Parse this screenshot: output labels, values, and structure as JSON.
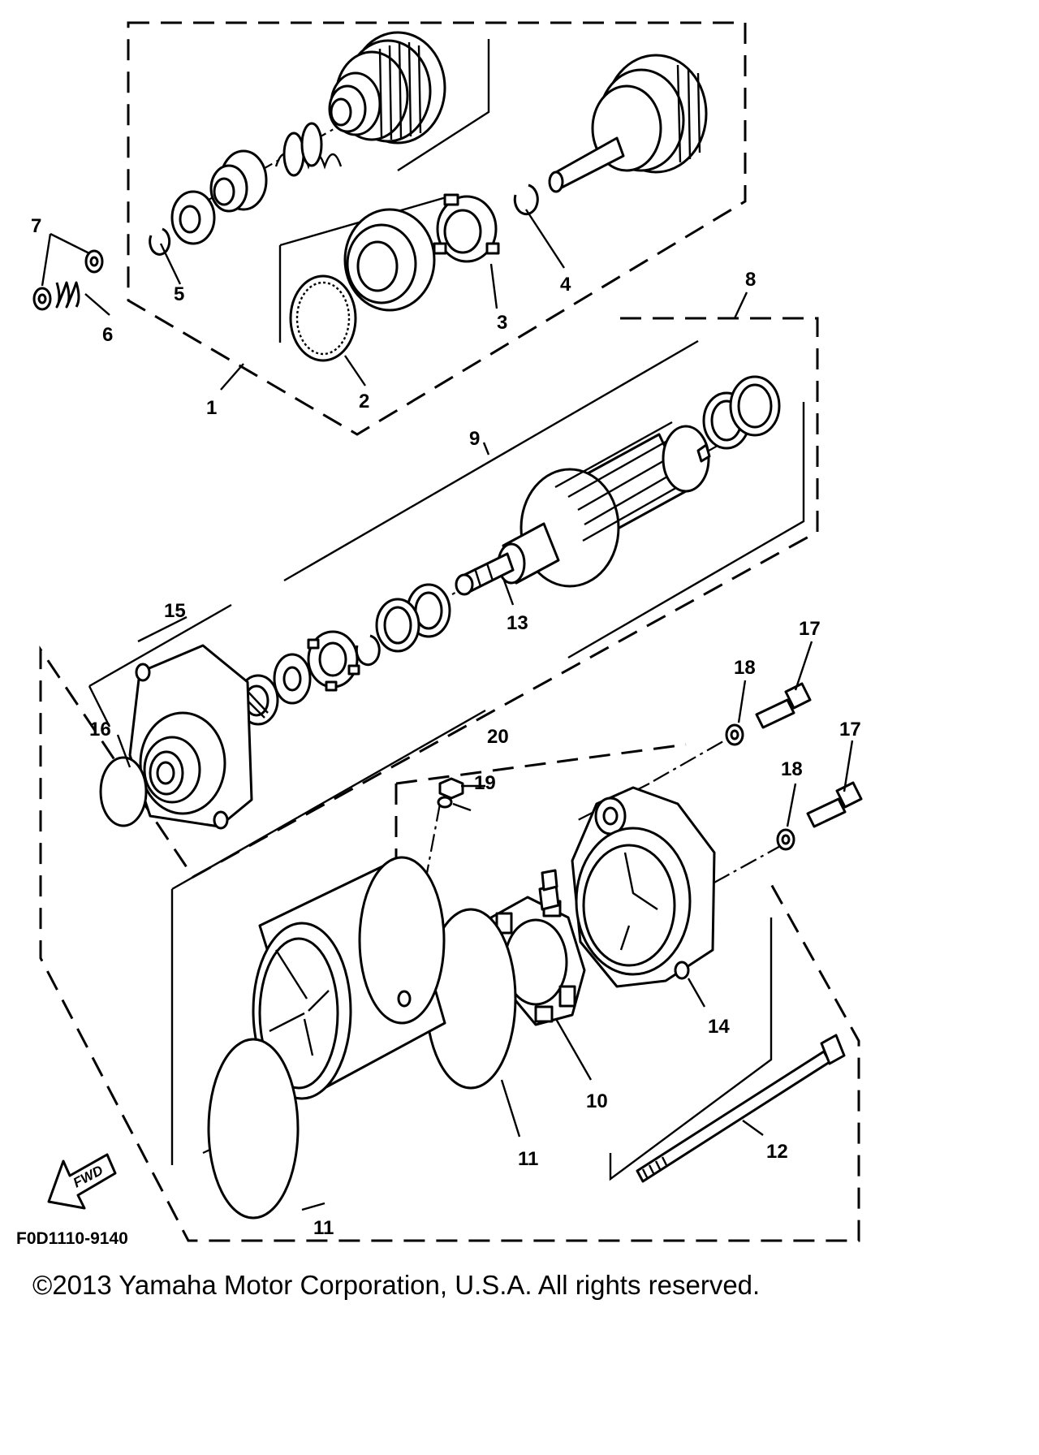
{
  "diagram": {
    "code": "F0D1110-9140",
    "fwd_label": "FWD",
    "callouts": {
      "c1": "1",
      "c2": "2",
      "c3": "3",
      "c4": "4",
      "c5": "5",
      "c6": "6",
      "c7": "7",
      "c8": "8",
      "c9": "9",
      "c10": "10",
      "c11a": "11",
      "c11b": "11",
      "c12": "12",
      "c13": "13",
      "c14": "14",
      "c15": "15",
      "c16": "16",
      "c17a": "17",
      "c17b": "17",
      "c18a": "18",
      "c18b": "18",
      "c19": "19",
      "c20": "20"
    }
  },
  "footer": {
    "copyright": "©2013 Yamaha Motor Corporation, U.S.A. All rights reserved."
  }
}
